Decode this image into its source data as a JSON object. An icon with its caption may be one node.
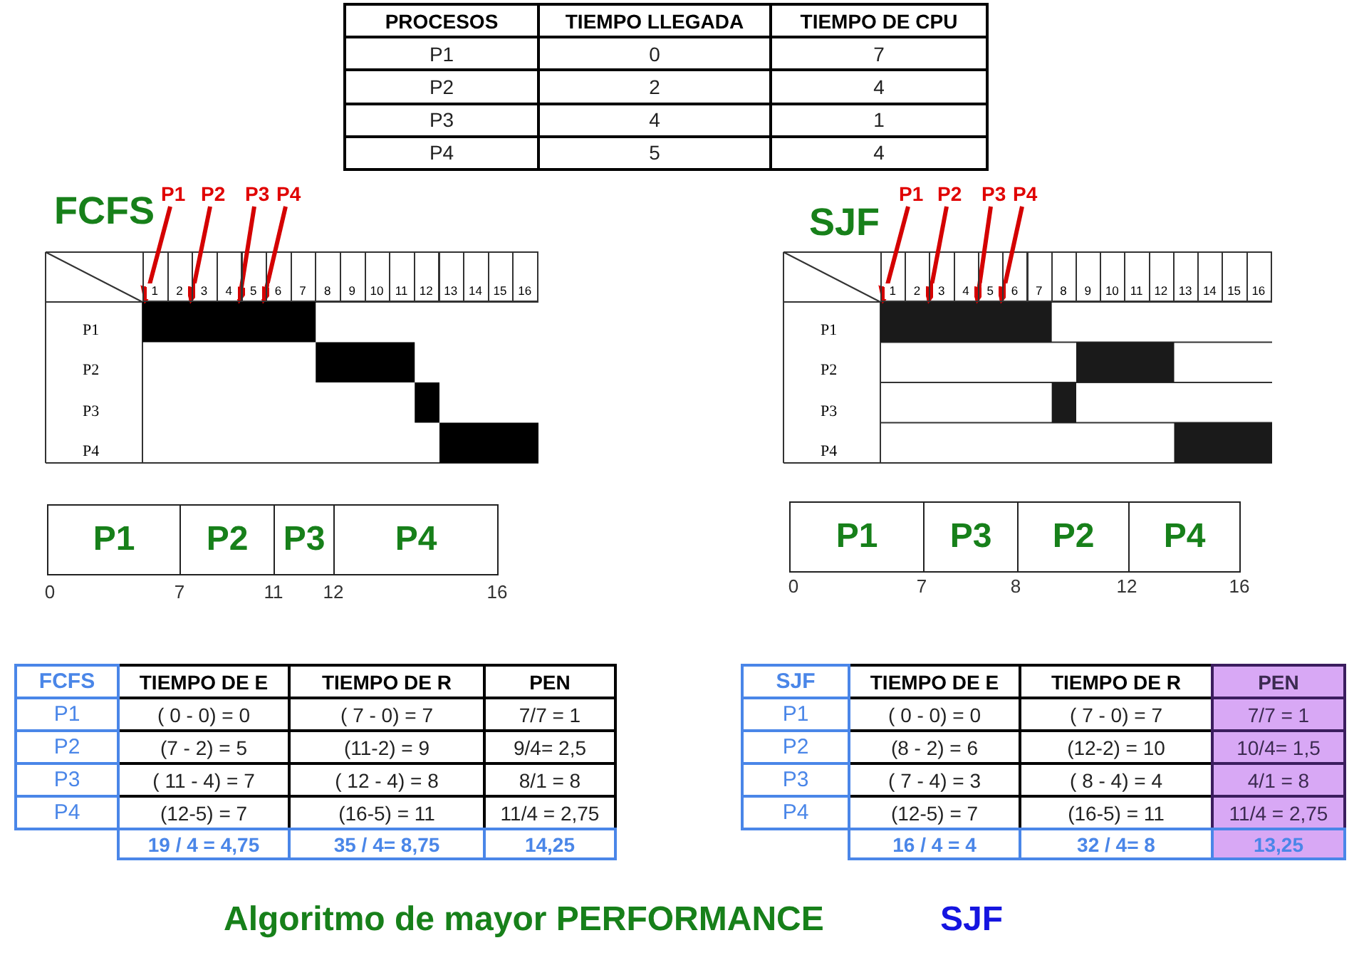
{
  "diagram": {
    "nodes": [
      {
        "text": [
          "P1"
        ]
      },
      {
        "text": [
          "P2"
        ]
      },
      {
        "text": [
          "P3"
        ]
      },
      {
        "text": [
          "P4"
        ]
      },
      {
        "text": [
          "P1"
        ]
      },
      {
        "text": [
          "P2"
        ]
      },
      {
        "text": [
          "P3"
        ]
      },
      {
        "text": [
          "P4"
        ]
      },
      {
        "text": [
          "P1"
        ]
      },
      {
        "text": [
          "P2"
        ]
      },
      {
        "text": [
          "P3"
        ]
      },
      {
        "text": [
          "P4"
        ]
      },
      {
        "text": [
          "P1"
        ]
      },
      {
        "text": [
          "P3"
        ]
      },
      {
        "text": [
          "P2"
        ]
      },
      {
        "text": [
          "P4"
        ]
      },
      {
        "text": [
          "1",
          "2",
          "3",
          "4",
          "5",
          "6",
          "7",
          "8",
          "9",
          "10",
          "11",
          "12",
          "13",
          "14",
          "15",
          "16"
        ]
      },
      {
        "text": [
          "1",
          "2",
          "3",
          "4",
          "5",
          "6",
          "7",
          "8",
          "9",
          "10",
          "11",
          "12",
          "13",
          "14",
          "15",
          "16"
        ]
      }
    ],
    "edges": [
      {
        "from": 0,
        "to": 16,
        "arrow": "to"
      },
      {
        "from": 1,
        "to": 16,
        "arrow": "to"
      },
      {
        "from": 2,
        "to": 16,
        "arrow": "to"
      },
      {
        "from": 3,
        "to": 16,
        "arrow": "to"
      },
      {
        "from": 4,
        "to": 17,
        "arrow": "to"
      },
      {
        "from": 5,
        "to": 17,
        "arrow": "to"
      },
      {
        "from": 6,
        "to": 17,
        "arrow": "to"
      },
      {
        "from": 7,
        "to": 17,
        "arrow": "to"
      }
    ],
    "labels": [
      "PROCESOS",
      "TIEMPO LLEGADA",
      "TIEMPO DE CPU",
      "P1",
      "0",
      "7",
      "P2",
      "2",
      "4",
      "P3",
      "4",
      "1",
      "P4",
      "5",
      "4",
      "FCFS",
      "P1",
      "P2",
      "P3",
      "P4",
      "0",
      "7",
      "11",
      "12",
      "16",
      "SJF",
      "P1",
      "P2",
      "P3",
      "P4",
      "0",
      "7",
      "8",
      "12",
      "16",
      "FCFS",
      "TIEMPO DE E",
      "TIEMPO DE R",
      "PEN",
      "P1",
      "( 0 - 0) = 0",
      "( 7 - 0) = 7",
      "7/7 = 1",
      "P2",
      "(7 - 2) = 5",
      "(11-2) = 9",
      "9/4= 2,5",
      "P3",
      "( 11 - 4) = 7",
      "( 12 - 4) = 8",
      "8/1 = 8",
      "P4",
      "(12-5) = 7",
      "(16-5) = 11",
      "11/4 = 2,75",
      "19 / 4 = 4,75",
      "35 / 4= 8,75",
      "14,25",
      "SJF",
      "TIEMPO DE E",
      "TIEMPO DE R",
      "PEN",
      "P1",
      "( 0 - 0) = 0",
      "( 7 - 0) = 7",
      "7/7 = 1",
      "P2",
      "(8 - 2) = 6",
      "(12-2) = 10",
      "10/4= 1,5",
      "P3",
      "( 7 - 4) = 3",
      "( 8 - 4) = 4",
      "4/1 = 8",
      "P4",
      "(12-5) = 7",
      "(16-5) = 11",
      "11/4 = 2,75",
      "16 / 4 = 4",
      "32 / 4= 8",
      "13,25",
      "Algoritmo de mayor PERFORMANCE",
      "SJF"
    ]
  }
}
